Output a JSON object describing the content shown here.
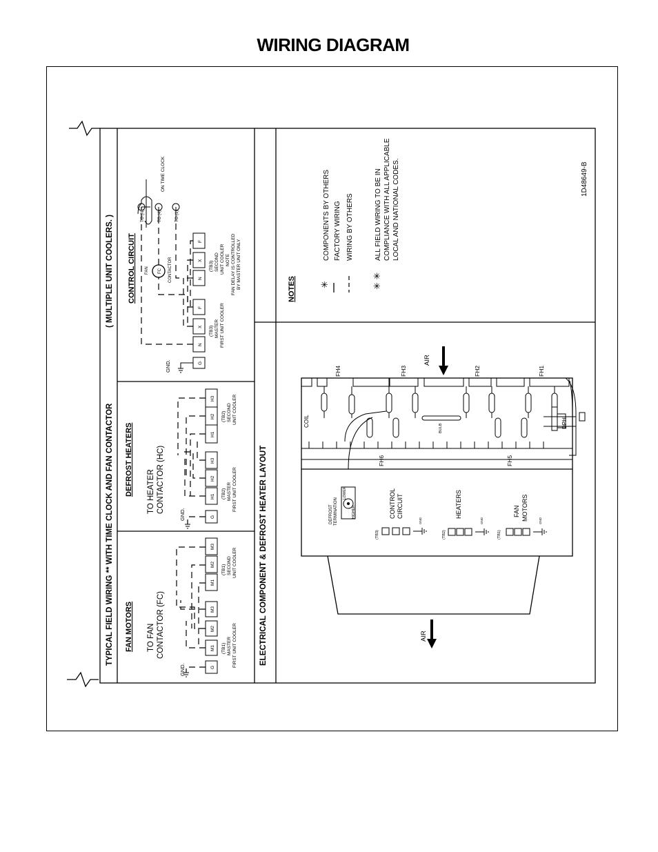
{
  "page": {
    "title": "WIRING DIAGRAM"
  },
  "field_wiring": {
    "title": "TYPICAL FIELD WIRING ** WITH TIME CLOCK AND FAN CONTACTOR",
    "subtitle": "( MULTIPLE UNIT COOLERS. )",
    "fan_motors": {
      "heading": "FAN MOTORS",
      "contactor_line1": "TO FAN",
      "contactor_line2": "CONTACTOR (FC)",
      "gnd": "GND.",
      "master_terminals": [
        "G",
        "M1",
        "M2",
        "M3"
      ],
      "master_label_1": "(TB1)",
      "master_label_2": "MASTER",
      "master_label_3": "FIRST UNIT COOLER",
      "second_terminals": [
        "M1",
        "M2",
        "M3"
      ],
      "second_label_1": "(TB1)",
      "second_label_2": "SECOND",
      "second_label_3": "UNIT COOLER"
    },
    "defrost_heaters": {
      "heading": "DEFROST HEATERS",
      "contactor_line1": "TO HEATER",
      "contactor_line2": "CONTACTOR (HC)",
      "gnd": "GND.",
      "master_terminals": [
        "G",
        "H1",
        "H2",
        "H3"
      ],
      "master_label_1": "(TB2)",
      "master_label_2": "MASTER",
      "master_label_3": "FIRST UNIT COOLER",
      "second_terminals": [
        "H1",
        "H2",
        "H3"
      ],
      "second_label_1": "(TB2)",
      "second_label_2": "SECOND",
      "second_label_3": "UNIT COOLER"
    },
    "control_circuit": {
      "heading": "CONTROL CIRCUIT",
      "gnd": "GND.",
      "master_terminals": [
        "G",
        "N",
        "X",
        "F"
      ],
      "master_label_1": "(TB3)",
      "master_label_2": "MASTER",
      "master_label_3": "FIRST UNIT COOLER",
      "second_terminals": [
        "N",
        "X",
        "F"
      ],
      "second_label_1": "(TB3)",
      "second_label_2": "SECOND",
      "second_label_3": "UNIT COOLER",
      "note_head": "NOTE",
      "note_line1": "FAN DELAY IS CONTROLLED",
      "note_line2": "BY MASTER UNIT ONLY",
      "fan_label": "FAN",
      "fc_label": "FC",
      "contactor_label": "CONTACTOR",
      "to_n": "TO (N)",
      "to_4": "TO (4)",
      "to_1": "TO (1)",
      "time_clock": "ON TIME CLOCK"
    }
  },
  "layout_section": {
    "title": "ELECTRICAL COMPONENT & DEFROST HEATER LAYOUT",
    "air_top": "AIR",
    "air_bottom": "AIR",
    "coil": "COIL",
    "bulb": "BULB",
    "heaters_top": [
      "FH4",
      "FH3",
      "FH2",
      "FH1"
    ],
    "heaters_mid": [
      "FH6",
      "FH5"
    ],
    "dph": "DPH",
    "defrost_termination_1": "DEFROST",
    "defrost_termination_2": "TERMINATION",
    "lower_label": "LOWER",
    "higher_label": "HIGHER",
    "control_circuit_1": "CONTROL",
    "control_circuit_2": "CIRCUIT",
    "heaters_label": "HEATERS",
    "fan_motors_1": "FAN",
    "fan_motors_2": "MOTORS",
    "tb3": "(TB3)",
    "tb2": "(TB2)",
    "tb1": "(TB1)",
    "gnd": "GND"
  },
  "notes": {
    "heading": "NOTES",
    "item1_symbol": "✳",
    "item1": "COMPONENTS BY OTHERS",
    "item2": "FACTORY WIRING",
    "item3": "WIRING BY OTHERS",
    "item4_symbol": "✳ ✳",
    "item4_line1": "ALL FIELD WIRING TO BE IN",
    "item4_line2": "COMPLIANCE WITH ALL APPLICABLE",
    "item4_line3": "LOCAL AND NATIONAL CODES.",
    "drawing_number": "1D48649-B"
  }
}
